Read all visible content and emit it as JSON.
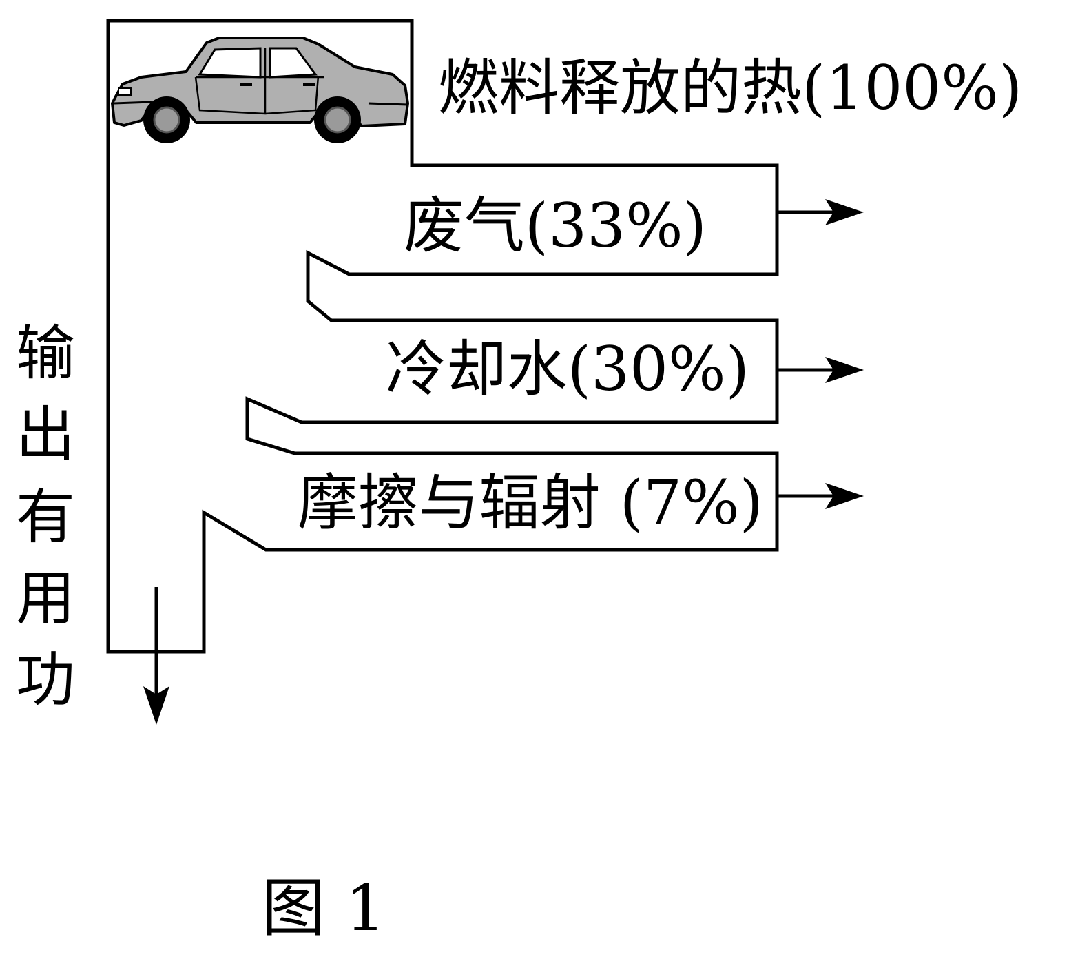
{
  "diagram": {
    "input_label": "燃料释放的热(100%)",
    "losses": [
      {
        "label": "废气(33%)"
      },
      {
        "label": "冷却水(30%)"
      },
      {
        "label": "摩擦与辐射 (7%)"
      }
    ],
    "output_label_chars": [
      "输",
      "出",
      "有",
      "用",
      "功"
    ],
    "figure_caption": "图 1",
    "car_icon": "car-icon",
    "colors": {
      "line": "#000000",
      "car_body": "#b0b0b0",
      "car_window": "#ffffff",
      "car_tire": "#000000",
      "car_hub": "#9a9a9a"
    }
  }
}
